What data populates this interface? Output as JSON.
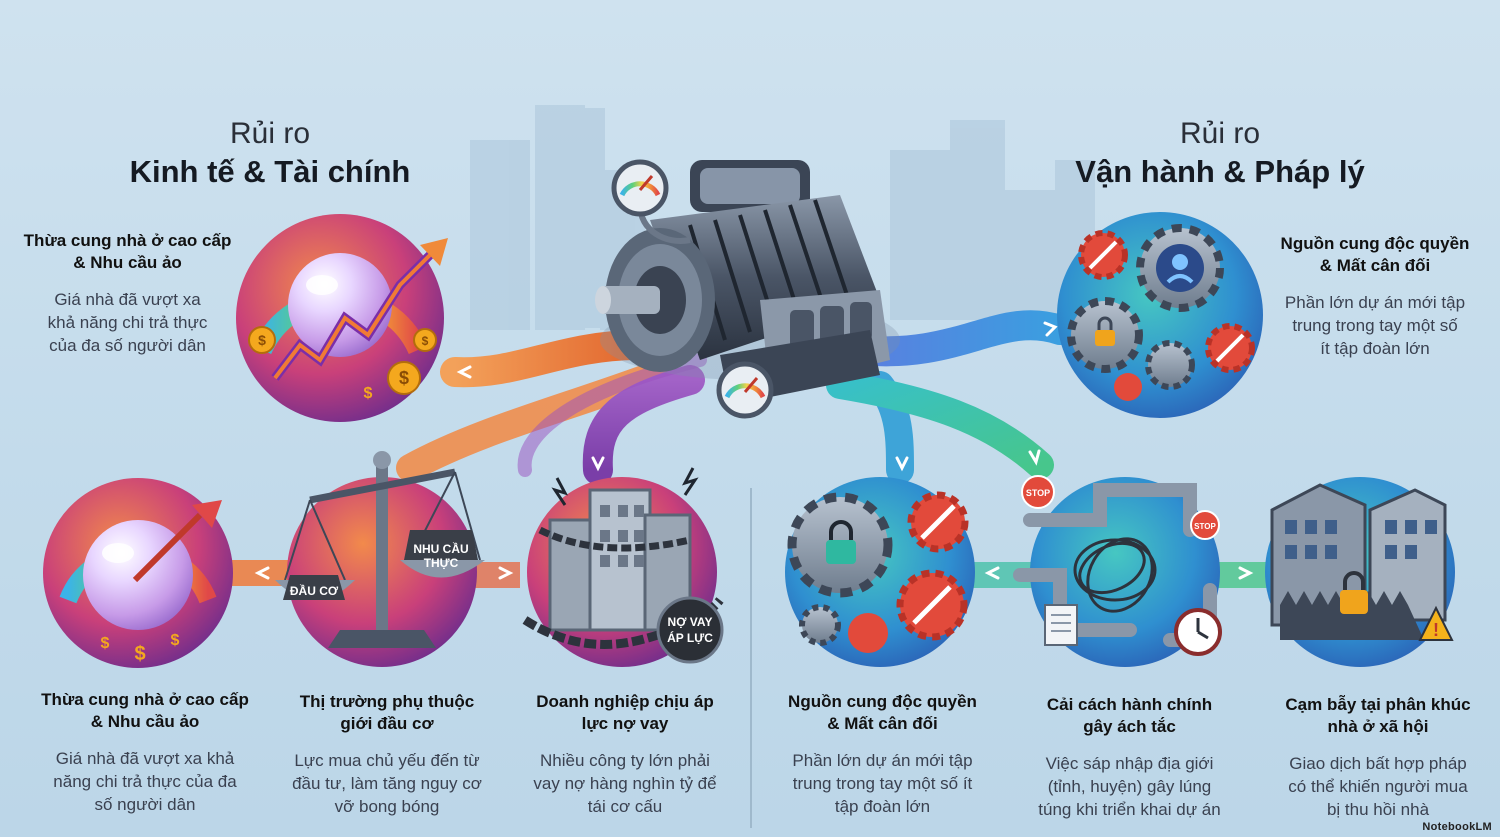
{
  "left_heading": {
    "pre": "Rủi ro",
    "main": "Kinh tế & Tài chính"
  },
  "right_heading": {
    "pre": "Rủi ro",
    "main": "Vận hành & Pháp lý"
  },
  "top_left_item": {
    "title_l1": "Thừa cung nhà ở cao cấp",
    "title_l2": "& Nhu cầu ảo",
    "desc_l1": "Giá nhà đã vượt xa",
    "desc_l2": "khả năng chi trả thực",
    "desc_l3": "của đa số người dân"
  },
  "top_right_item": {
    "title_l1": "Nguồn cung độc quyền",
    "title_l2": "& Mất cân đối",
    "desc_l1": "Phần lớn dự án mới tập",
    "desc_l2": "trung trong tay một số",
    "desc_l3": "ít tập đoàn lớn"
  },
  "bottom_items": [
    {
      "title_l1": "Thừa cung nhà ở cao cấp",
      "title_l2": "& Nhu cầu ảo",
      "desc_l1": "Giá nhà đã vượt xa khả",
      "desc_l2": "năng chi trả thực của đa",
      "desc_l3": "số người dân"
    },
    {
      "title_l1": "Thị trường phụ thuộc",
      "title_l2": "giới đầu cơ",
      "desc_l1": "Lực mua chủ yếu đến từ",
      "desc_l2": "đầu tư, làm tăng nguy cơ",
      "desc_l3": "vỡ bong bóng"
    },
    {
      "title_l1": "Doanh nghiệp chịu áp",
      "title_l2": "lực nợ vay",
      "desc_l1": "Nhiều công ty lớn phải",
      "desc_l2": "vay nợ hàng nghìn tỷ để",
      "desc_l3": "tái cơ cấu"
    },
    {
      "title_l1": "Nguồn cung độc quyền",
      "title_l2": "& Mất cân đối",
      "desc_l1": "Phần lớn dự án mới tập",
      "desc_l2": "trung trong tay một số ít",
      "desc_l3": "tập đoàn lớn"
    },
    {
      "title_l1": "Cải cách hành chính",
      "title_l2": "gây ách tắc",
      "desc_l1": "Việc sáp nhập địa giới",
      "desc_l2": "(tỉnh, huyện) gây lúng",
      "desc_l3": "túng khi triển khai dự án"
    },
    {
      "title_l1": "Cạm bẫy tại phân khúc",
      "title_l2": "nhà ở xã hội",
      "desc_l1": "Giao dịch bất hợp pháp",
      "desc_l2": "có thể khiến người mua",
      "desc_l3": "bị thu hồi nhà"
    }
  ],
  "icon_labels": {
    "nhu_cau_l1": "NHU CẦU",
    "nhu_cau_l2": "THỰC",
    "dau_co": "ĐẦU CƠ",
    "no_vay_l1": "NỢ VAY",
    "no_vay_l2": "ÁP LỰC",
    "stop": "STOP"
  },
  "logo": "NotebookLM",
  "colors": {
    "orange": "#f07a35",
    "purple": "#8b4bb8",
    "blue": "#3f7fd6",
    "teal": "#2fb8a0",
    "green": "#4cc38a"
  }
}
